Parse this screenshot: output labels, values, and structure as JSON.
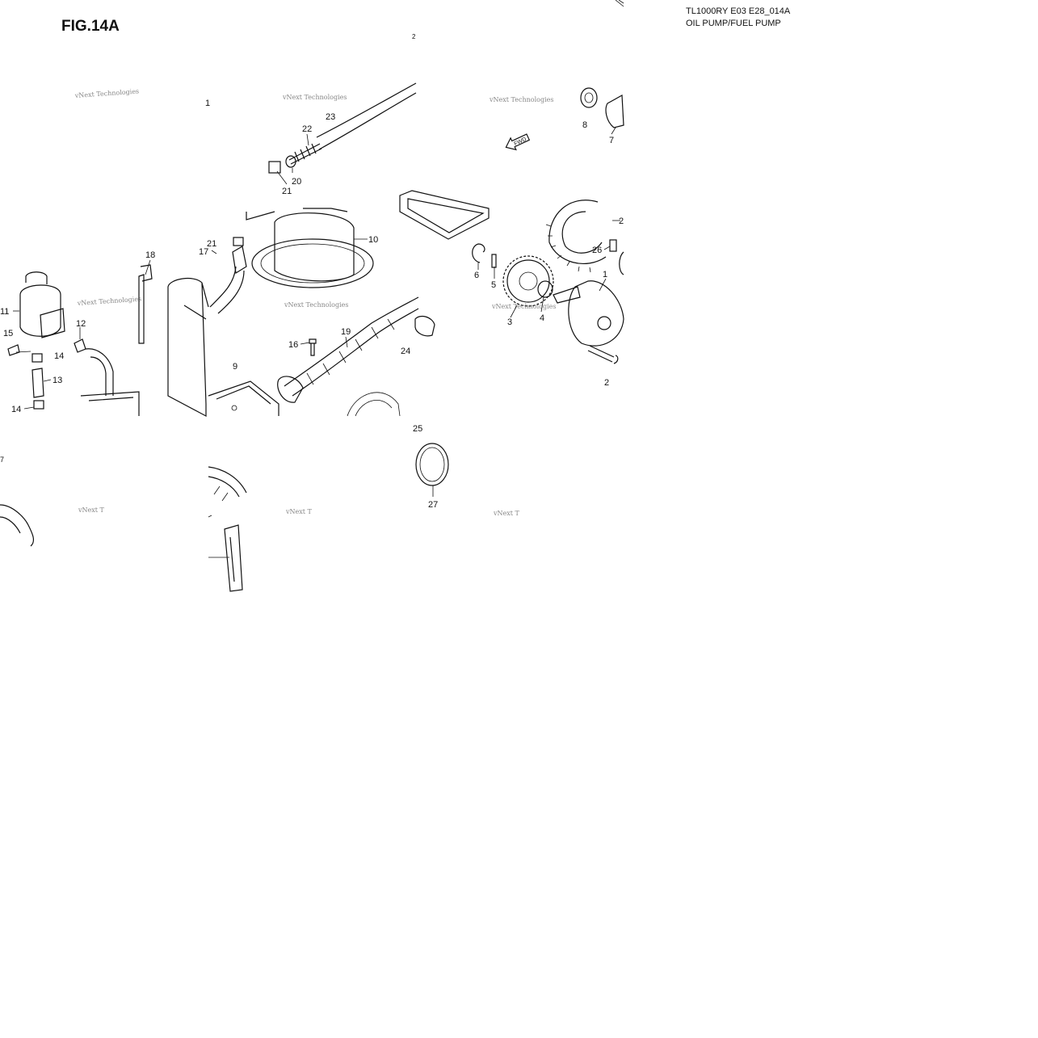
{
  "figure": {
    "title": "FIG.14A",
    "model_code": "TL1000RY E03 E28_014A",
    "section": "OIL PUMP/FUEL PUMP",
    "forward_marker": "FWD"
  },
  "watermark_text": "vNext Technologies",
  "watermark_clipped_text": "vNext T",
  "part_labels": [
    "1",
    "1",
    "2",
    "3",
    "4",
    "5",
    "6",
    "7",
    "8",
    "9",
    "10",
    "11",
    "12",
    "13",
    "14",
    "14",
    "15",
    "16",
    "17",
    "18",
    "19",
    "20",
    "21",
    "21",
    "22",
    "23",
    "24",
    "25",
    "26",
    "27",
    "2",
    "2",
    "7"
  ]
}
